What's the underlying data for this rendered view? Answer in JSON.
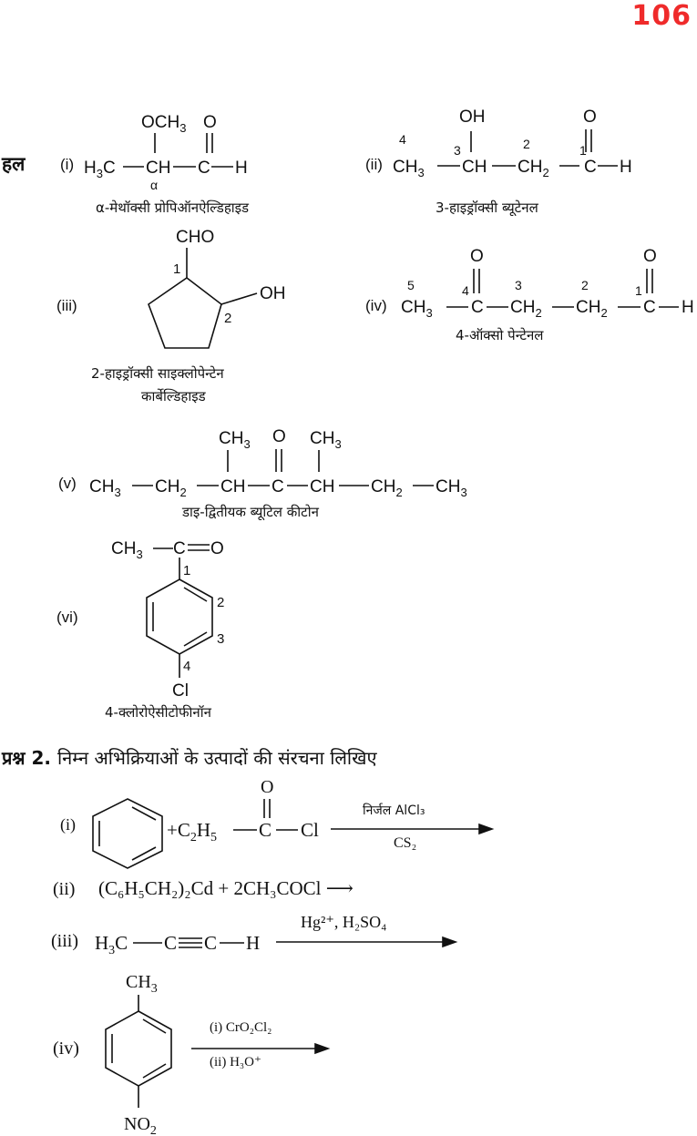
{
  "page_number": "106",
  "hal_label": "हल",
  "answers": [
    {
      "num": "(i)",
      "name": "α-मेथॉक्सी प्रोपिऑनऐल्डिहाइड"
    },
    {
      "num": "(ii)",
      "name": "3-हाइड्रॉक्सी ब्यूटेनल"
    },
    {
      "num": "(iii)",
      "name_line1": "2-हाइड्रॉक्सी साइक्लोपेन्टेन",
      "name_line2": "कार्बेल्डिहाइड"
    },
    {
      "num": "(iv)",
      "name": "4-ऑक्सो पेन्टेनल"
    },
    {
      "num": "(v)",
      "name": "डाइ-द्वितीयक ब्यूटिल कीटोन"
    },
    {
      "num": "(vi)",
      "name": "4-क्लोरोऐसीटोफीनॉन"
    }
  ],
  "question": {
    "label": "प्रश्न 2.",
    "text": "निम्न अभिक्रियाओं के उत्पादों की संरचना लिखिए"
  },
  "reactions": [
    {
      "num": "(i)",
      "reagent_top": "निर्जल AlCl₃",
      "reagent_bottom": "CS₂"
    },
    {
      "num": "(ii)",
      "equation": "(C₆H₅CH₂)₂Cd + 2CH₃COCl ⟶"
    },
    {
      "num": "(iii)",
      "reagent_top": "Hg²⁺, H₂SO₄"
    },
    {
      "num": "(iv)",
      "reagent_top": "(i) CrO₂Cl₂",
      "reagent_bottom": "(ii) H₃O⁺"
    }
  ]
}
